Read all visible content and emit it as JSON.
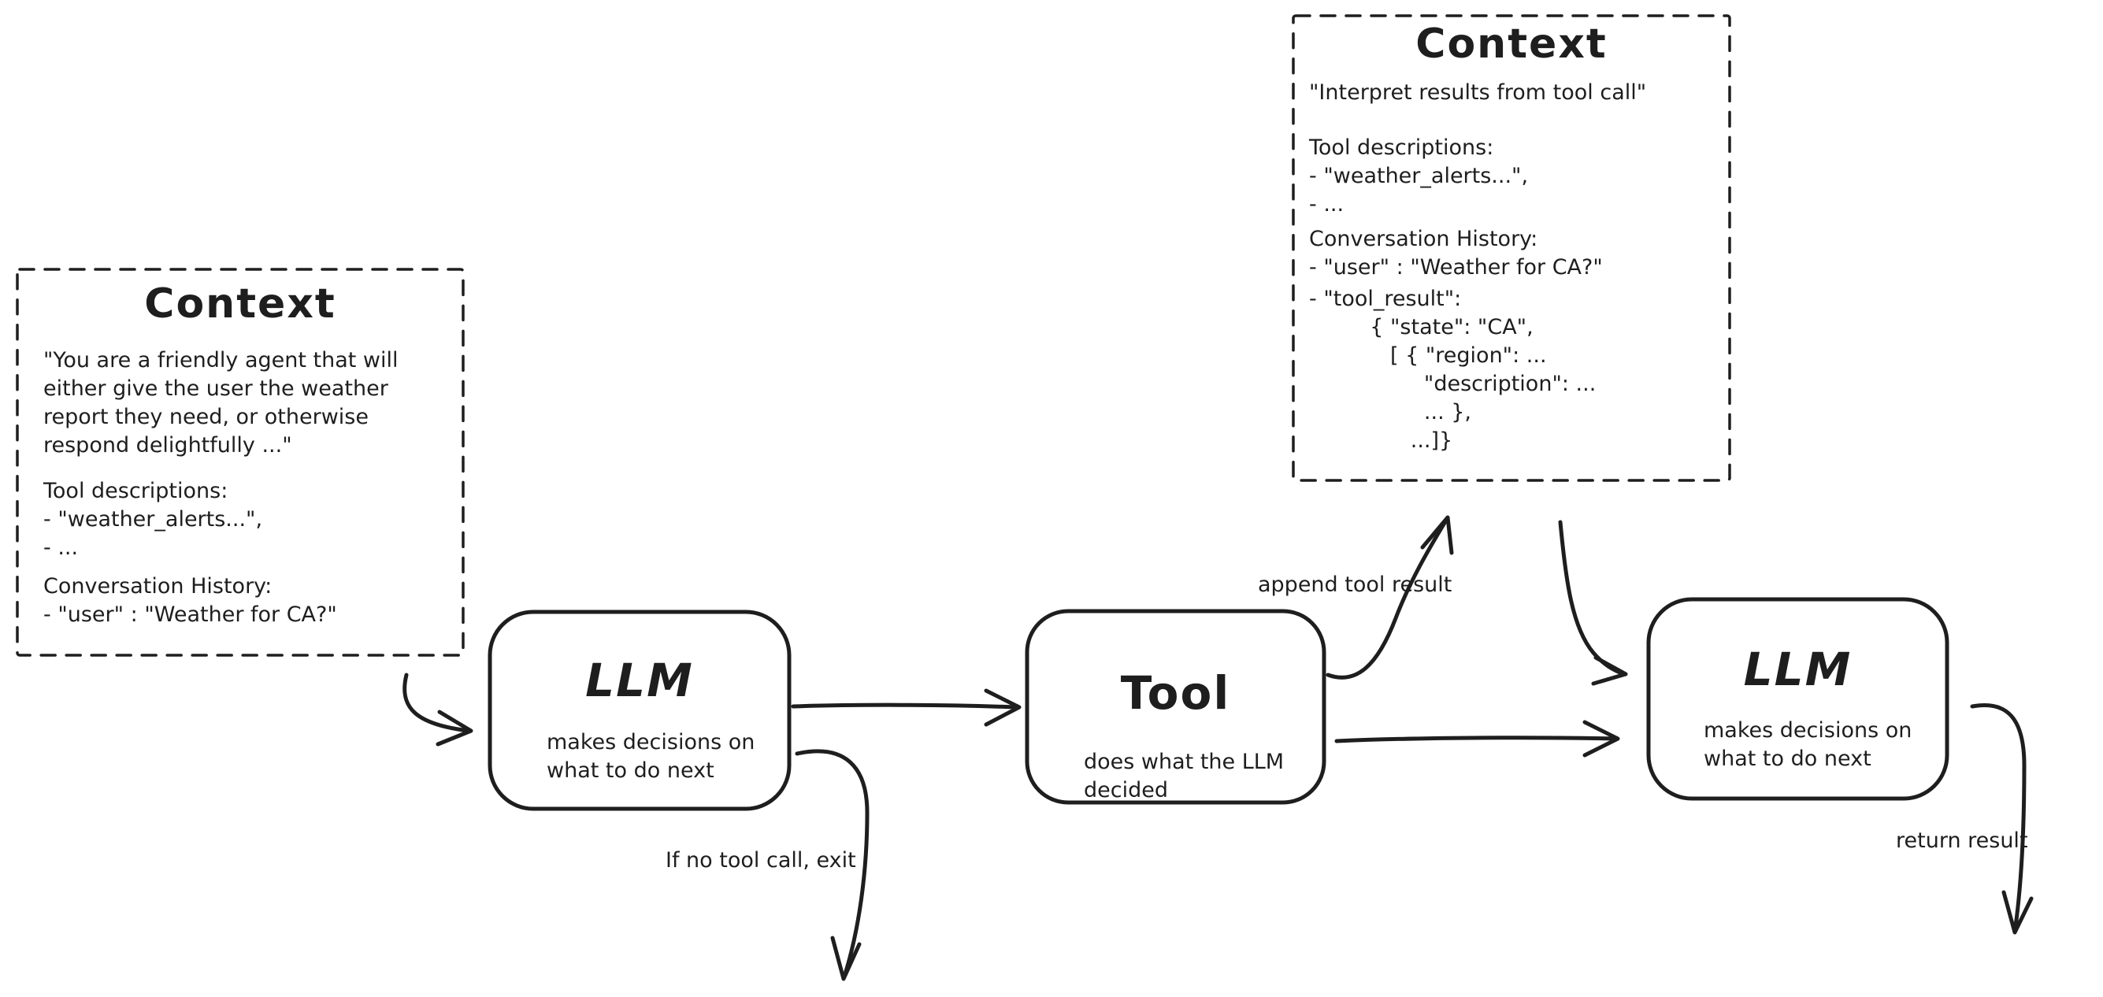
{
  "canvas": {
    "background": "#ffffff",
    "ink": "#1e1e1e"
  },
  "context_left": {
    "title": "Context",
    "system_prompt": "\"You are a friendly agent that will\neither give the user the weather\nreport they need, or otherwise\nrespond delightfully ...\"",
    "tool_descriptions": "Tool descriptions:\n- \"weather_alerts...\",\n- ...",
    "conversation_history": "Conversation History:\n- \"user\" : \"Weather for CA?\""
  },
  "context_top": {
    "title": "Context",
    "instruction": "\"Interpret results from tool call\"",
    "tool_descriptions": "Tool descriptions:\n- \"weather_alerts...\",\n- ...",
    "conversation_history": "Conversation History:\n- \"user\" : \"Weather for CA?\"",
    "tool_result": "- \"tool_result\":\n         { \"state\": \"CA\",\n            [ { \"region\": ...\n                 \"description\": ...\n                 ... },\n               ...]}"
  },
  "nodes": {
    "llm1": {
      "title": "LLM",
      "subtitle": "makes decisions on\nwhat to do next"
    },
    "tool": {
      "title": "Tool",
      "subtitle": "does what the LLM\ndecided"
    },
    "llm2": {
      "title": "LLM",
      "subtitle": "makes decisions on\nwhat to do next"
    }
  },
  "edge_labels": {
    "append_tool_result": "append tool result",
    "no_tool_call_exit": "If no tool call, exit",
    "return_result": "return result"
  }
}
